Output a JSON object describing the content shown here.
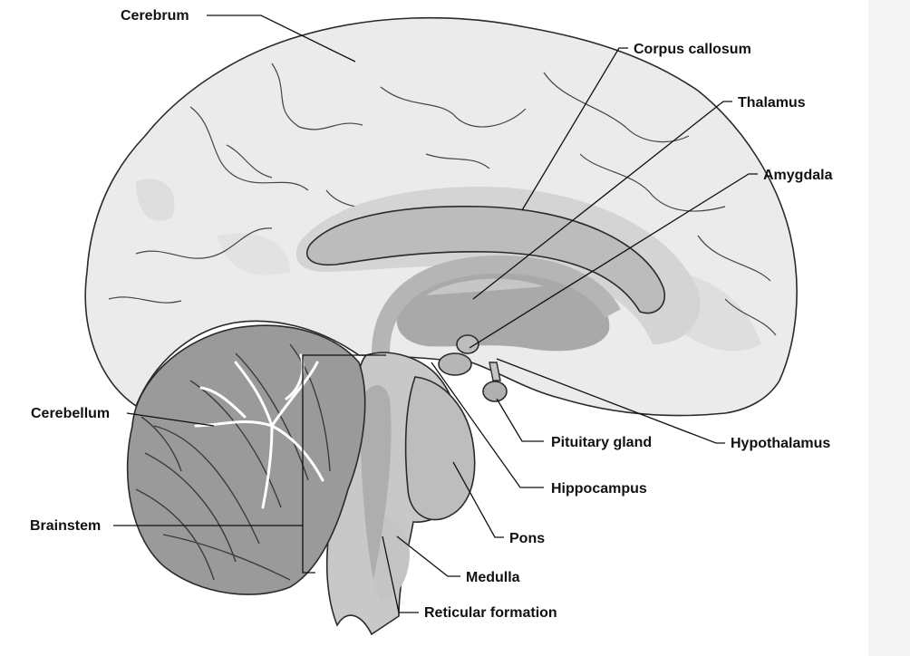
{
  "labels": {
    "cerebrum": "Cerebrum",
    "corpus_callosum": "Corpus callosum",
    "thalamus": "Thalamus",
    "amygdala": "Amygdala",
    "cerebellum": "Cerebellum",
    "pituitary_gland": "Pituitary gland",
    "hypothalamus": "Hypothalamus",
    "hippocampus": "Hippocampus",
    "brainstem": "Brainstem",
    "pons": "Pons",
    "medulla": "Medulla",
    "reticular_formation": "Reticular formation"
  },
  "colors": {
    "cortex": "#ebebeb",
    "cortex_shadow": "#d6d6d6",
    "inner_structures": "#c2c2c2",
    "deep_structures": "#a9a9a9",
    "cerebellum": "#9a9a9a",
    "outline": "#2a2a2a"
  }
}
